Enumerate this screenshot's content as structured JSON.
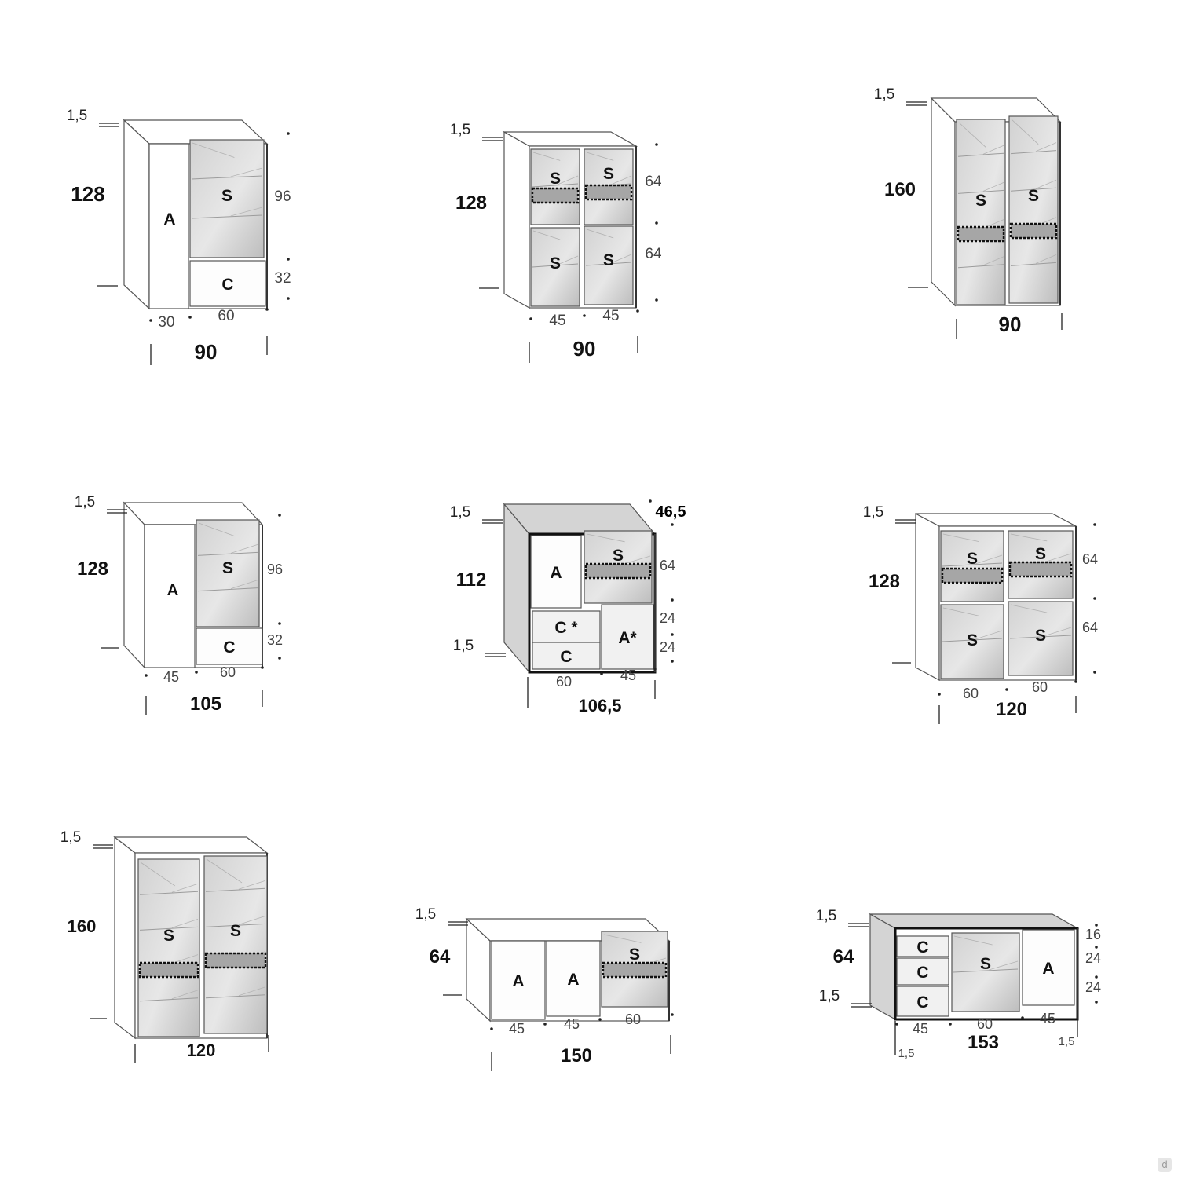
{
  "units": [
    {
      "id": "unit-1",
      "overall_height": "128",
      "top_thickness": "1,5",
      "total_width": "90",
      "widths": [
        "30",
        "60"
      ],
      "heights": [
        "96",
        "32"
      ],
      "compartments": [
        {
          "code": "A",
          "kind": "door"
        },
        {
          "code": "S",
          "kind": "glass"
        },
        {
          "code": "C",
          "kind": "drawer"
        }
      ]
    },
    {
      "id": "unit-2",
      "overall_height": "128",
      "top_thickness": "1,5",
      "total_width": "90",
      "widths": [
        "45",
        "45"
      ],
      "heights": [
        "64",
        "64"
      ],
      "compartments": [
        {
          "code": "S",
          "kind": "glass-drawer"
        },
        {
          "code": "S",
          "kind": "glass-drawer"
        },
        {
          "code": "S",
          "kind": "glass"
        },
        {
          "code": "S",
          "kind": "glass"
        }
      ]
    },
    {
      "id": "unit-3",
      "overall_height": "160",
      "top_thickness": "1,5",
      "total_width": "90",
      "widths": [],
      "heights": [],
      "compartments": [
        {
          "code": "S",
          "kind": "glass-drawer"
        },
        {
          "code": "S",
          "kind": "glass-drawer"
        }
      ]
    },
    {
      "id": "unit-4",
      "overall_height": "128",
      "top_thickness": "1,5",
      "total_width": "105",
      "widths": [
        "45",
        "60"
      ],
      "heights": [
        "96",
        "32"
      ],
      "compartments": [
        {
          "code": "A",
          "kind": "door"
        },
        {
          "code": "S",
          "kind": "glass"
        },
        {
          "code": "C",
          "kind": "drawer"
        }
      ]
    },
    {
      "id": "unit-5",
      "overall_height": "112",
      "top_thickness": "1,5",
      "base_thickness": "1,5",
      "depth": "46,5",
      "total_width": "106,5",
      "widths": [
        "60",
        "45"
      ],
      "heights": [
        "64",
        "24",
        "24"
      ],
      "compartments": [
        {
          "code": "A",
          "kind": "door"
        },
        {
          "code": "S",
          "kind": "glass-drawer"
        },
        {
          "code": "C *",
          "kind": "drawer"
        },
        {
          "code": "C",
          "kind": "drawer"
        },
        {
          "code": "A*",
          "kind": "door"
        }
      ]
    },
    {
      "id": "unit-6",
      "overall_height": "128",
      "top_thickness": "1,5",
      "total_width": "120",
      "widths": [
        "60",
        "60"
      ],
      "heights": [
        "64",
        "64"
      ],
      "compartments": [
        {
          "code": "S",
          "kind": "glass-drawer"
        },
        {
          "code": "S",
          "kind": "glass-drawer"
        },
        {
          "code": "S",
          "kind": "glass"
        },
        {
          "code": "S",
          "kind": "glass"
        }
      ]
    },
    {
      "id": "unit-7",
      "overall_height": "160",
      "top_thickness": "1,5",
      "total_width": "120",
      "widths": [],
      "heights": [],
      "compartments": [
        {
          "code": "S",
          "kind": "glass-drawer"
        },
        {
          "code": "S",
          "kind": "glass-drawer"
        }
      ]
    },
    {
      "id": "unit-8",
      "overall_height": "64",
      "top_thickness": "1,5",
      "total_width": "150",
      "widths": [
        "45",
        "45",
        "60"
      ],
      "heights": [],
      "compartments": [
        {
          "code": "A",
          "kind": "door"
        },
        {
          "code": "A",
          "kind": "door"
        },
        {
          "code": "S",
          "kind": "glass-drawer"
        }
      ]
    },
    {
      "id": "unit-9",
      "overall_height": "64",
      "top_thickness": "1,5",
      "base_thickness": "1,5",
      "total_width": "153",
      "side_thickness_left": "1,5",
      "side_thickness_right": "1,5",
      "widths": [
        "45",
        "60",
        "45"
      ],
      "heights": [
        "16",
        "24",
        "24"
      ],
      "compartments": [
        {
          "code": "C",
          "kind": "drawer"
        },
        {
          "code": "C",
          "kind": "drawer"
        },
        {
          "code": "C",
          "kind": "drawer"
        },
        {
          "code": "S",
          "kind": "glass"
        },
        {
          "code": "A",
          "kind": "door"
        }
      ]
    }
  ],
  "watermark_icon": "d-logo-icon"
}
